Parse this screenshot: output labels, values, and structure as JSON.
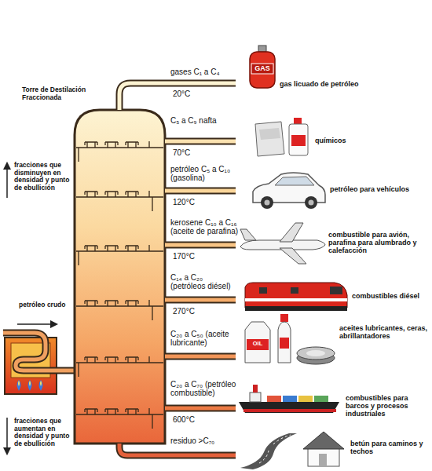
{
  "diagram": {
    "labels": [
      "Torre de Destilación Fraccionada",
      "gases C₁ a C₄",
      "20°C",
      "gas licuado de petróleo",
      "C₅ a C₉ nafta",
      "70°C",
      "químicos",
      "petróleo C₅ a C₁₀ (gasolina)",
      "120°C",
      "petróleo para vehículos",
      "kerosene C₁₀ a C₁₆ (aceite de parafina)",
      "170°C",
      "combustible para avión, parafina para alumbrado y calefacción",
      "C₁₄ a C₂₀ (petróleos diésel)",
      "270°C",
      "combustibles diésel",
      "C₂₀ a C₅₀ (aceite lubricante)",
      "aceites lubricantes, ceras, abrillantadores",
      "C₂₀ a C₇₀ (petróleo combustible)",
      "600°C",
      "combustibles para barcos y procesos industriales",
      "residuo >C₇₀",
      "betún para caminos y techos",
      "fracciones que disminuyen en densidad y punto de ebullición",
      "petróleo crudo",
      "fracciones que aumentan en densidad y punto de ebullición",
      "GAS",
      "OIL"
    ]
  }
}
